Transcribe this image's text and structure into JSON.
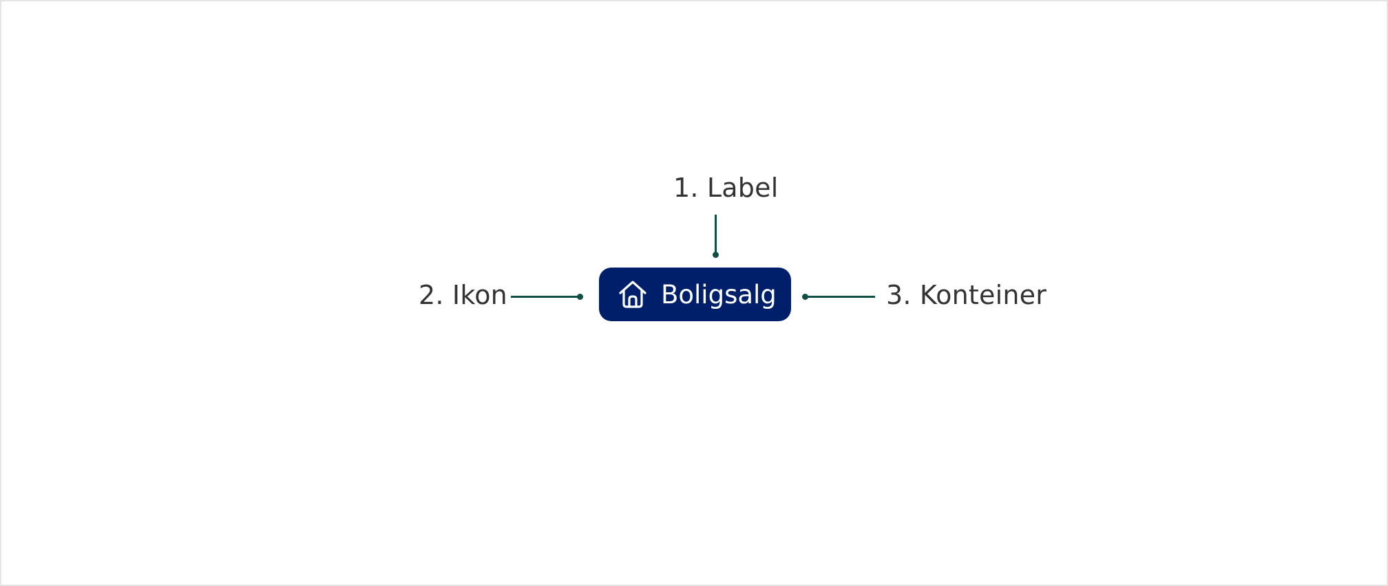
{
  "annotations": {
    "label": "1. Label",
    "icon": "2. Ikon",
    "container": "3. Konteiner"
  },
  "chip": {
    "text": "Boligsalg",
    "icon": "house-icon",
    "background_color": "#001f6b",
    "text_color": "#ffffff"
  },
  "colors": {
    "connector": "#0f4f45",
    "annotation_text": "#333333"
  }
}
